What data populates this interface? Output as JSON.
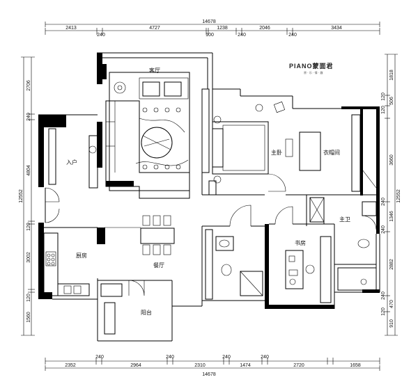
{
  "brand": {
    "logo_text": "PIANO蒙面君",
    "tagline": "原 · 乐 · 情 · 趣"
  },
  "rooms": {
    "living": "客厅",
    "entry": "入户",
    "master_bedroom": "主卧",
    "wardrobe": "衣帽间",
    "master_bath": "主卫",
    "study": "书房",
    "kitchen": "厨房",
    "dining": "餐厅",
    "balcony": "阳台"
  },
  "dimensions": {
    "top_total": "14678",
    "top_segments": [
      "2413",
      "4727",
      "1238",
      "2046",
      "3434"
    ],
    "top_walls": [
      "240",
      "100",
      "240",
      "240"
    ],
    "bottom_total": "14678",
    "bottom_segments": [
      "2352",
      "2964",
      "2310",
      "1474",
      "2720",
      "1658"
    ],
    "bottom_walls": [
      "240",
      "240",
      "240",
      "240"
    ],
    "left_total": "12552",
    "left_segments": [
      "2706",
      "240",
      "4804",
      "120",
      "3002",
      "120",
      "1560"
    ],
    "right_total": "12552",
    "right_segments": [
      "1818",
      "120",
      "506",
      "120",
      "3660",
      "240",
      "1346",
      "240",
      "2882",
      "240",
      "470",
      "120",
      "910"
    ]
  }
}
